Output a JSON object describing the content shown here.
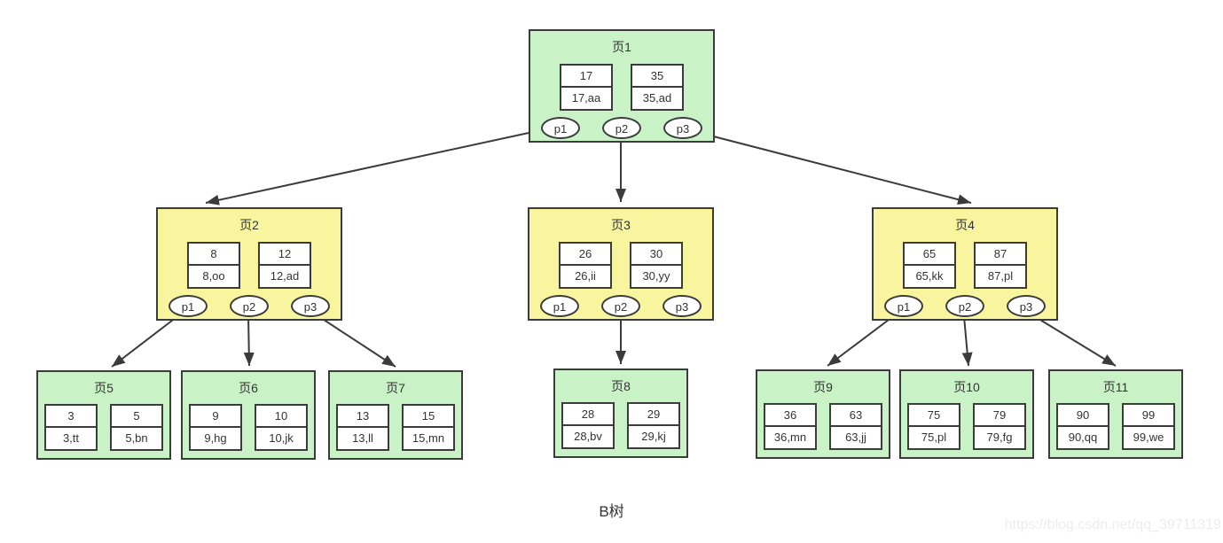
{
  "title": "B树",
  "watermark": "https://blog.csdn.net/qq_39711319",
  "colors": {
    "root_and_leaf_fill": "#c9f2c6",
    "internal_fill": "#f9f59e",
    "border": "#3b3b3b",
    "cell_fill": "#ffffff"
  },
  "nodes": [
    {
      "id": "page1",
      "label": "页1",
      "level": "root",
      "keys": [
        {
          "key": "17",
          "value": "17,aa"
        },
        {
          "key": "35",
          "value": "35,ad"
        }
      ],
      "pointers": [
        "p1",
        "p2",
        "p3"
      ]
    },
    {
      "id": "page2",
      "label": "页2",
      "level": "internal",
      "keys": [
        {
          "key": "8",
          "value": "8,oo"
        },
        {
          "key": "12",
          "value": "12,ad"
        }
      ],
      "pointers": [
        "p1",
        "p2",
        "p3"
      ]
    },
    {
      "id": "page3",
      "label": "页3",
      "level": "internal",
      "keys": [
        {
          "key": "26",
          "value": "26,ii"
        },
        {
          "key": "30",
          "value": "30,yy"
        }
      ],
      "pointers": [
        "p1",
        "p2",
        "p3"
      ]
    },
    {
      "id": "page4",
      "label": "页4",
      "level": "internal",
      "keys": [
        {
          "key": "65",
          "value": "65,kk"
        },
        {
          "key": "87",
          "value": "87,pl"
        }
      ],
      "pointers": [
        "p1",
        "p2",
        "p3"
      ]
    },
    {
      "id": "page5",
      "label": "页5",
      "level": "leaf",
      "keys": [
        {
          "key": "3",
          "value": "3,tt"
        },
        {
          "key": "5",
          "value": "5,bn"
        }
      ]
    },
    {
      "id": "page6",
      "label": "页6",
      "level": "leaf",
      "keys": [
        {
          "key": "9",
          "value": "9,hg"
        },
        {
          "key": "10",
          "value": "10,jk"
        }
      ]
    },
    {
      "id": "page7",
      "label": "页7",
      "level": "leaf",
      "keys": [
        {
          "key": "13",
          "value": "13,ll"
        },
        {
          "key": "15",
          "value": "15,mn"
        }
      ]
    },
    {
      "id": "page8",
      "label": "页8",
      "level": "leaf",
      "keys": [
        {
          "key": "28",
          "value": "28,bv"
        },
        {
          "key": "29",
          "value": "29,kj"
        }
      ]
    },
    {
      "id": "page9",
      "label": "页9",
      "level": "leaf",
      "keys": [
        {
          "key": "36",
          "value": "36,mn"
        },
        {
          "key": "63",
          "value": "63,jj"
        }
      ]
    },
    {
      "id": "page10",
      "label": "页10",
      "level": "leaf",
      "keys": [
        {
          "key": "75",
          "value": "75,pl"
        },
        {
          "key": "79",
          "value": "79,fg"
        }
      ]
    },
    {
      "id": "page11",
      "label": "页11",
      "level": "leaf",
      "keys": [
        {
          "key": "90",
          "value": "90,qq"
        },
        {
          "key": "99",
          "value": "99,we"
        }
      ]
    }
  ],
  "edges": [
    {
      "from": "页1.p1",
      "to": "页2"
    },
    {
      "from": "页1.p2",
      "to": "页3"
    },
    {
      "from": "页1.p3",
      "to": "页4"
    },
    {
      "from": "页2.p1",
      "to": "页5"
    },
    {
      "from": "页2.p2",
      "to": "页6"
    },
    {
      "from": "页2.p3",
      "to": "页7"
    },
    {
      "from": "页3.p2",
      "to": "页8"
    },
    {
      "from": "页4.p1",
      "to": "页9"
    },
    {
      "from": "页4.p2",
      "to": "页10"
    },
    {
      "from": "页4.p3",
      "to": "页11"
    }
  ]
}
